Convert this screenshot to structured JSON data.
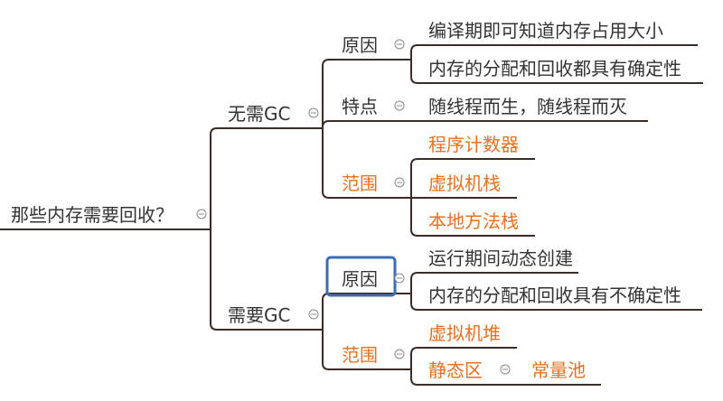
{
  "colors": {
    "line": "#3d2b26",
    "text_normal": "#333333",
    "text_accent": "#e8701e",
    "toggle": "#888888",
    "selection": "#3e6bb5"
  },
  "icons": {
    "collapse_toggle": "circle-minus-icon"
  },
  "mindmap": {
    "root": {
      "label": "那些内存需要回收？",
      "children": [
        {
          "label": "无需GC",
          "children": [
            {
              "label": "原因",
              "children": [
                {
                  "label": "编译期即可知道内存占用大小"
                },
                {
                  "label": "内存的分配和回收都具有确定性"
                }
              ]
            },
            {
              "label": "特点",
              "children": [
                {
                  "label": "随线程而生，随线程而灭"
                }
              ]
            },
            {
              "label": "范围",
              "accent": true,
              "children": [
                {
                  "label": "程序计数器",
                  "accent": true
                },
                {
                  "label": "虚拟机栈",
                  "accent": true
                },
                {
                  "label": "本地方法栈",
                  "accent": true
                }
              ]
            }
          ]
        },
        {
          "label": "需要GC",
          "children": [
            {
              "label": "原因",
              "selected": true,
              "children": [
                {
                  "label": "运行期间动态创建"
                },
                {
                  "label": "内存的分配和回收具有不确定性"
                }
              ]
            },
            {
              "label": "范围",
              "accent": true,
              "children": [
                {
                  "label": "虚拟机堆",
                  "accent": true
                },
                {
                  "label": "静态区",
                  "accent": true,
                  "children": [
                    {
                      "label": "常量池",
                      "accent": true
                    }
                  ]
                }
              ]
            }
          ]
        }
      ]
    }
  }
}
